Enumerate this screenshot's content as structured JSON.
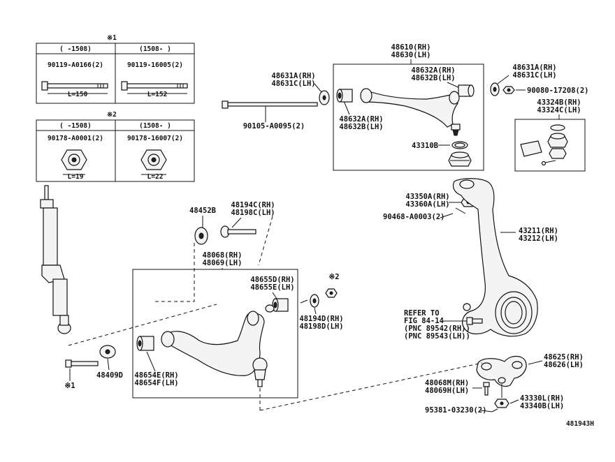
{
  "diagram_id": "481943H",
  "inset1": {
    "mark": "※1",
    "col1": {
      "range": "(    -1508)",
      "part": "90119-A0166(2)",
      "length": "L=150"
    },
    "col2": {
      "range": "(1508-    )",
      "part": "90119-16005(2)",
      "length": "L=152"
    }
  },
  "inset2": {
    "mark": "※2",
    "col1": {
      "range": "(    -1508)",
      "part": "90178-A0001(2)",
      "length": "L=19"
    },
    "col2": {
      "range": "(1508-    )",
      "part": "90178-16007(2)",
      "length": "L=22"
    }
  },
  "labels": {
    "upper_arm_rh": "48610(RH)",
    "upper_arm_lh": "48630(LH)",
    "bushing_a_rh": "48631A(RH)",
    "bushing_a_lh": "48631C(LH)",
    "bushing_b_rh": "48631A(RH)",
    "bushing_b_lh": "48631C(LH)",
    "bolt_upper": "90105-A0095(2)",
    "bush_632a_top": "48632A(RH)",
    "bush_632b_top": "48632B(LH)",
    "bush_632a_mid": "48632A(RH)",
    "bush_632b_mid": "48632B(LH)",
    "ball_joint": "43310B",
    "nut_upper": "90080-17208(2)",
    "boot_rh": "43324B(RH)",
    "boot_lh": "43324C(LH)",
    "knuckle_a_rh": "43350A(RH)",
    "knuckle_a_lh": "43360A(LH)",
    "pin_knuckle": "90468-A0003(2)",
    "knuckle_rh": "43211(RH)",
    "knuckle_lh": "43212(LH)",
    "cam_plate": "48452B",
    "cam_bolt_rh": "48194C(RH)",
    "cam_bolt_lh": "48198C(LH)",
    "lower_arm_rh": "48068(RH)",
    "lower_arm_lh": "48069(LH)",
    "bush_655d": "48655D(RH)",
    "bush_655e": "48655E(LH)",
    "mark2": "※2",
    "cam_nut_rh": "48194D(RH)",
    "cam_nut_lh": "48198D(LH)",
    "refer_1": "REFER TO",
    "refer_2": "FIG 84-14",
    "refer_3": "(PNC 89542(RH))",
    "refer_4": "(PNC 89543(LH))",
    "hub_rh": "48625(RH)",
    "hub_lh": "48626(LH)",
    "bush_654e": "48654E(RH)",
    "bush_654f": "48654F(LH)",
    "lower_bolt": "48409D",
    "mark1": "※1",
    "bracket_rh": "48068M(RH)",
    "bracket_lh": "48069H(LH)",
    "nut_330l": "43330L(RH)",
    "nut_340b": "43340B(LH)",
    "cotter": "95381-03230(2)"
  }
}
